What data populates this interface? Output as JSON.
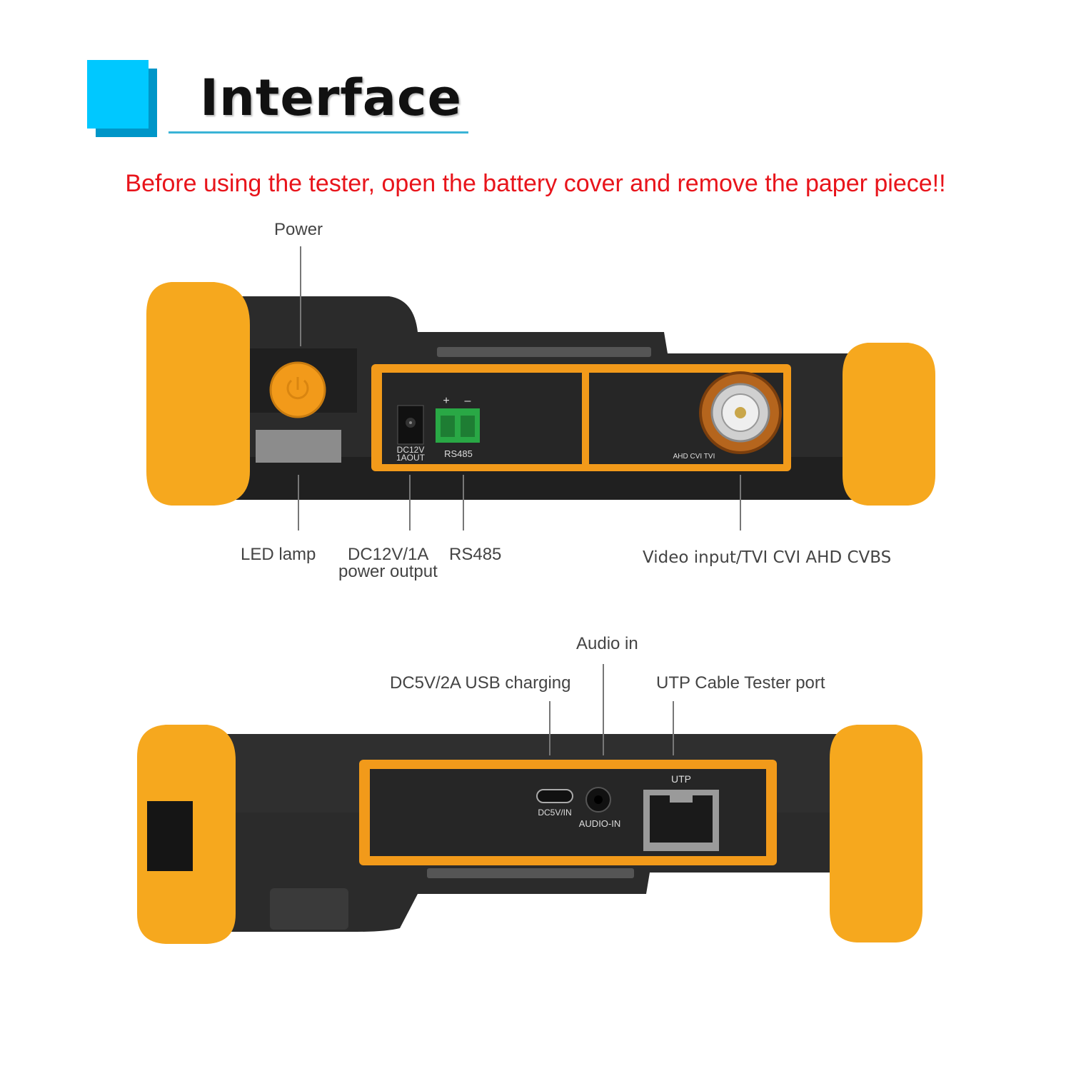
{
  "header": {
    "title": "Interface",
    "warning": "Before using the tester, open the battery cover and remove the paper piece!!"
  },
  "top_device": {
    "callouts": {
      "power": "Power",
      "led_lamp": "LED lamp",
      "dc_output_line1": "DC12V/1A",
      "dc_output_line2": "power output",
      "rs485": "RS485",
      "video_input": "Video input/TVI CVI AHD CVBS"
    },
    "printed": {
      "dc_line1": "DC12V",
      "dc_line2": "1AOUT",
      "rs485": "RS485",
      "plus": "+",
      "minus": "–",
      "bnc": "AHD CVI TVI"
    }
  },
  "bottom_device": {
    "callouts": {
      "audio_in": "Audio in",
      "usb_charging": "DC5V/2A USB charging",
      "utp": "UTP Cable Tester port"
    },
    "printed": {
      "usb": "DC5V/IN",
      "audio": "AUDIO-IN",
      "utp": "UTP"
    }
  },
  "colors": {
    "bumper": "#f6a81e",
    "body": "#2a2a2a",
    "accent_cyan": "#00c8ff",
    "warning_red": "#e8141b",
    "connector_green": "#29a845",
    "bnc_copper": "#b5651d"
  }
}
